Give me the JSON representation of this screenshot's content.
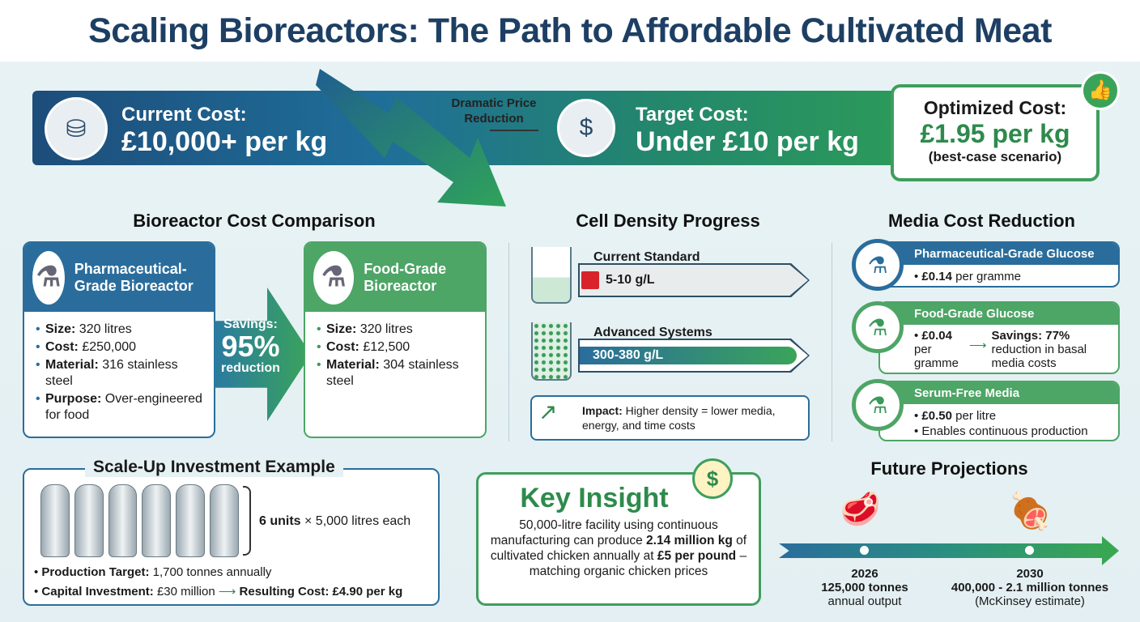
{
  "title": "Scaling Bioreactors: The Path to Affordable Cultivated Meat",
  "banner": {
    "current_label": "Current Cost:",
    "current_value": "£10,000+ per kg",
    "transition": "Dramatic Price Reduction",
    "target_label": "Target Cost:",
    "target_value": "Under £10 per kg",
    "optimized_label": "Optimized Cost:",
    "optimized_value": "£1.95 per kg",
    "optimized_note": "(best-case scenario)"
  },
  "bioreactor": {
    "heading": "Bioreactor Cost Comparison",
    "pharma": {
      "title": "Pharmaceutical-Grade Bioreactor",
      "items": [
        {
          "k": "Size:",
          "v": " 320 litres"
        },
        {
          "k": "Cost:",
          "v": " £250,000"
        },
        {
          "k": "Material:",
          "v": " 316 stainless steel"
        },
        {
          "k": "Purpose:",
          "v": " Over-engineered for food"
        }
      ]
    },
    "savings": {
      "label": "Savings:",
      "value": "95%",
      "note": "reduction"
    },
    "food": {
      "title": "Food-Grade Bioreactor",
      "items": [
        {
          "k": "Size:",
          "v": " 320 litres"
        },
        {
          "k": "Cost:",
          "v": " £12,500"
        },
        {
          "k": "Material:",
          "v": " 304 stainless steel"
        }
      ]
    }
  },
  "cell_density": {
    "heading": "Cell Density Progress",
    "current": {
      "label": "Current Standard",
      "value": "5-10 g/L"
    },
    "advanced": {
      "label": "Advanced Systems",
      "value": "300-380 g/L"
    },
    "impact_label": "Impact:",
    "impact_text": " Higher density = lower media, energy, and time costs"
  },
  "media": {
    "heading": "Media Cost Reduction",
    "pharma": {
      "title": "Pharmaceutical-Grade Glucose",
      "price": "£0.14",
      "unit": " per gramme"
    },
    "food": {
      "title": "Food-Grade Glucose",
      "price": "£0.04",
      "unit": " per gramme",
      "savings_label": "Savings: 77%",
      "savings_text": "reduction in basal media costs"
    },
    "serum": {
      "title": "Serum-Free Media",
      "price": "£0.50",
      "unit": " per litre",
      "note": "Enables continuous production"
    }
  },
  "scale_up": {
    "heading": "Scale-Up Investment Example",
    "units": "6 units",
    "units_text": " × 5,000 litres each",
    "target_label": "Production Target:",
    "target_value": " 1,700 tonnes annually",
    "capital_label": "Capital Investment:",
    "capital_value": " £30 million",
    "result_label": "Resulting Cost: £4.90 per kg"
  },
  "insight": {
    "heading": "Key Insight",
    "t1": "50,000-litre facility using continuous manufacturing can produce ",
    "b1": "2.14 million kg",
    "t2": " of cultivated chicken annually at ",
    "b2": "£5 per pound",
    "t3": " – matching organic chicken prices"
  },
  "future": {
    "heading": "Future Projections",
    "milestones": [
      {
        "year": "2026",
        "value": "125,000 tonnes",
        "note": "annual output"
      },
      {
        "year": "2030",
        "value": "400,000 - 2.1 million tonnes",
        "note": "(McKinsey estimate)"
      }
    ]
  },
  "colors": {
    "blue": "#2a6d9c",
    "green": "#3f9e5e",
    "navy": "#1d3f63",
    "red": "#d8232a"
  }
}
